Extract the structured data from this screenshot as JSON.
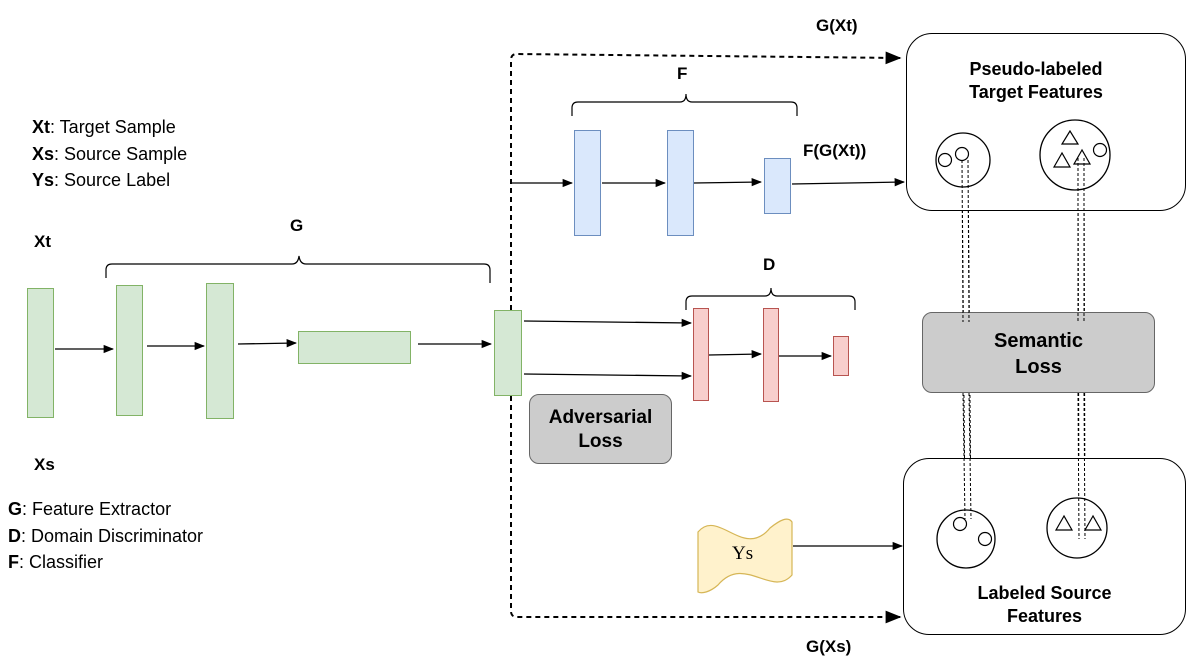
{
  "legend_top": [
    {
      "key": "Xt",
      "text": ": Target Sample"
    },
    {
      "key": "Xs",
      "text": ": Source Sample"
    },
    {
      "key": "Ys",
      "text": ": Source Label"
    }
  ],
  "legend_bottom": [
    {
      "key": "G",
      "text": ": Feature Extractor"
    },
    {
      "key": "D",
      "text": ": Domain Discriminator"
    },
    {
      "key": "F",
      "text": ": Classifier"
    }
  ],
  "labels": {
    "xt": "Xt",
    "xs": "Xs",
    "g": "G",
    "f": "F",
    "d": "D",
    "g_xt": "G(Xt)",
    "g_xs": "G(Xs)",
    "f_g_xt": "F(G(Xt))",
    "ys_tag": "Ys"
  },
  "boxes": {
    "adversarial_loss": [
      "Adversarial",
      "Loss"
    ],
    "semantic_loss": [
      "Semantic",
      "Loss"
    ],
    "pseudo_target": [
      "Pseudo-labeled",
      "Target Features"
    ],
    "labeled_source": [
      "Labeled Source",
      "Features"
    ]
  },
  "colors": {
    "feature_extractor": "#d5e8d4",
    "classifier": "#dae8fc",
    "discriminator": "#f8cecc",
    "loss": "#cccccc",
    "label_tag": "#fff2cc"
  }
}
